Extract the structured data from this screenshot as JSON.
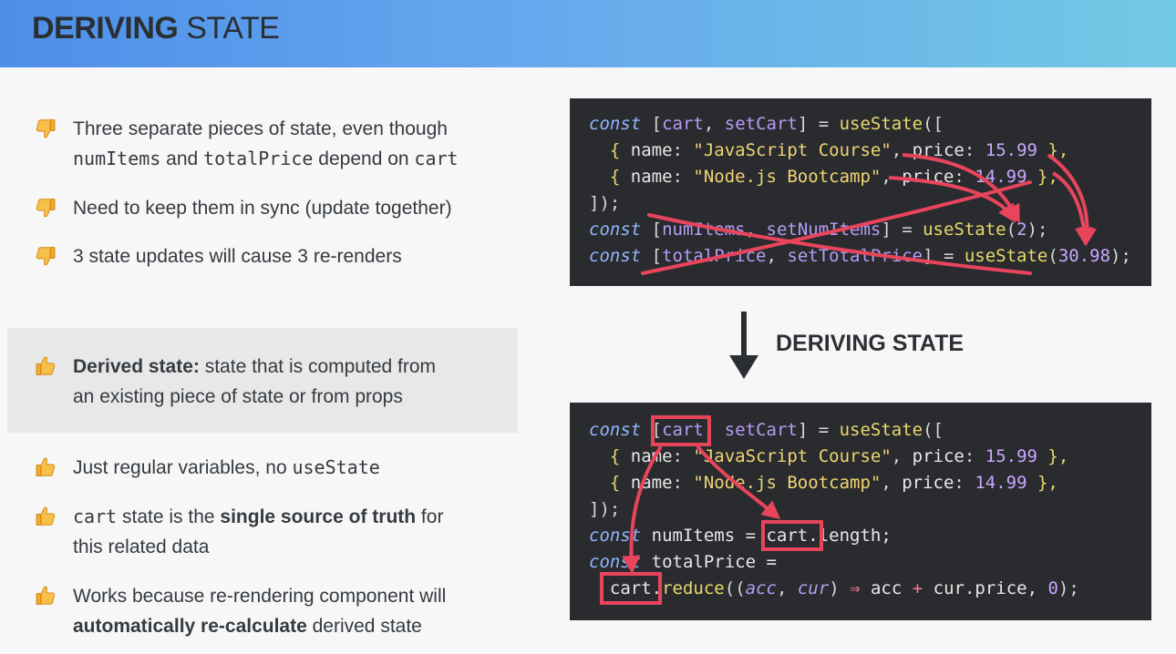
{
  "header": {
    "title_bold": "DERIVING",
    "title_light": " STATE"
  },
  "bullets_bad": [
    {
      "icon": "thumbs-down-icon",
      "parts": [
        "Three separate pieces of state, even though",
        "numItems",
        " and ",
        "totalPrice",
        " depend on ",
        "cart"
      ]
    },
    {
      "icon": "thumbs-down-icon",
      "text": "Need to keep them in sync (update together)"
    },
    {
      "icon": "thumbs-down-icon",
      "text": "3 state updates will cause 3 re-renders"
    }
  ],
  "derived": {
    "icon": "thumbs-up-icon",
    "bold": "Derived state:",
    "rest": " state that is computed from",
    "line2": "an existing piece of state or from props"
  },
  "bullets_good": [
    {
      "icon": "thumbs-up-icon",
      "text": "Just regular variables, no ",
      "code": "useState"
    },
    {
      "icon": "thumbs-up-icon",
      "code": "cart",
      "text1": " state is the ",
      "bold": "single source of truth",
      "text2": " for",
      "line2": "this related data"
    },
    {
      "icon": "thumbs-up-icon",
      "line1": "Works because re-rendering component will",
      "bold": "automatically re-calculate",
      "rest": " derived state"
    }
  ],
  "arrow_label": "DERIVING STATE",
  "colors": {
    "accent_red": "#e8455c",
    "code_bg": "#2a2b2f"
  },
  "code_top": {
    "l1": {
      "const": "const",
      "open": " [",
      "cart": "cart",
      "comma": ", ",
      "setCart": "setCart",
      "close": "] = ",
      "fn": "useState",
      "paren": "(["
    },
    "l2": {
      "open": "  { ",
      "key1": "name",
      "sep1": ": ",
      "val1": "\"JavaScript Course\"",
      "sep2": ", ",
      "key2": "price",
      "sep3": ": ",
      "val2": "15.99",
      "close": " },"
    },
    "l3": {
      "open": "  { ",
      "key1": "name",
      "sep1": ": ",
      "val1": "\"Node.js Bootcamp\"",
      "sep2": ", ",
      "key2": "price",
      "sep3": ": ",
      "val2": "14.99",
      "close": " },"
    },
    "l4": "]);",
    "l5": {
      "const": "const",
      "open": " [",
      "a": "numItems",
      "comma": ", ",
      "b": "setNumItems",
      "close": "] = ",
      "fn": "useState",
      "arg": "2",
      "end": ");"
    },
    "l6": {
      "const": "const",
      "open": " [",
      "a": "totalPrice",
      "comma": ", ",
      "b": "setTotalPrice",
      "close": "] = ",
      "fn": "useState",
      "arg": "30.98",
      "end": ");"
    }
  },
  "code_bottom": {
    "l1": {
      "const": "const",
      "open": " [",
      "cart": "cart",
      "comma": ", ",
      "setCart": "setCart",
      "close": "] = ",
      "fn": "useState",
      "paren": "(["
    },
    "l2": {
      "open": "  { ",
      "key1": "name",
      "sep1": ": ",
      "val1": "\"JavaScript Course\"",
      "sep2": ", ",
      "key2": "price",
      "sep3": ": ",
      "val2": "15.99",
      "close": " },"
    },
    "l3": {
      "open": "  { ",
      "key1": "name",
      "sep1": ": ",
      "val1": "\"Node.js Bootcamp\"",
      "sep2": ", ",
      "key2": "price",
      "sep3": ": ",
      "val2": "14.99",
      "close": " },"
    },
    "l4": "]);",
    "l5": {
      "const": "const",
      "mid": " numItems = ",
      "cart": "cart",
      "rest": ".length;"
    },
    "l6": {
      "const": "const",
      "mid": " totalPrice ="
    },
    "l7": {
      "indent": "  ",
      "cart": "cart",
      "dot": ".",
      "fn": "reduce",
      "p1": "((",
      "acc": "acc",
      "comma": ", ",
      "cur": "cur",
      "p2": ") ",
      "arrow": "⇒",
      "expr": " acc ",
      "plus": "+",
      "expr2": " cur.price, ",
      "zero": "0",
      "end": ");"
    }
  }
}
